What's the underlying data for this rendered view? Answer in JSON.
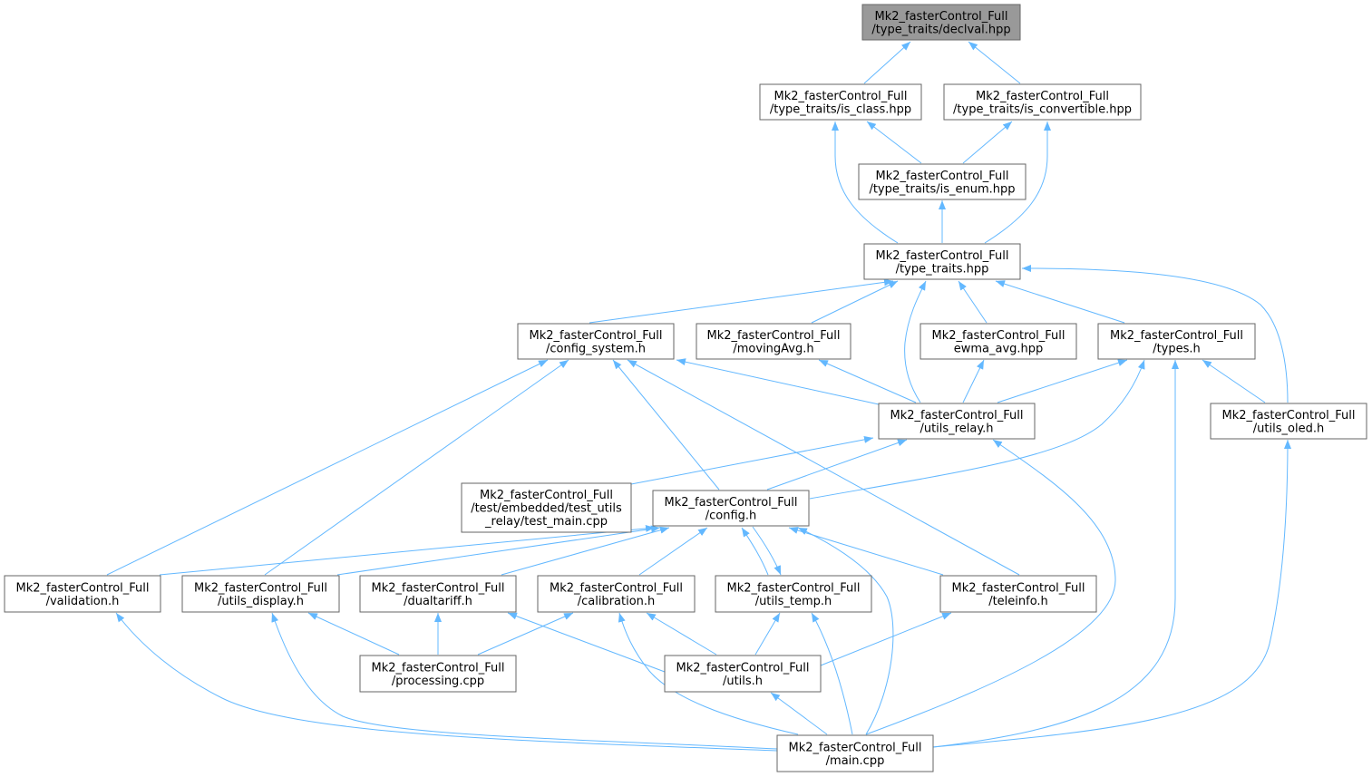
{
  "graph": {
    "nodes": [
      {
        "lines": [
          "Mk2_fasterControl_Full",
          "/type_traits/declval.hpp"
        ],
        "current": true
      },
      {
        "lines": [
          "Mk2_fasterControl_Full",
          "/type_traits/is_class.hpp"
        ]
      },
      {
        "lines": [
          "Mk2_fasterControl_Full",
          "/type_traits/is_convertible.hpp"
        ]
      },
      {
        "lines": [
          "Mk2_fasterControl_Full",
          "/type_traits/is_enum.hpp"
        ]
      },
      {
        "lines": [
          "Mk2_fasterControl_Full",
          "/type_traits.hpp"
        ]
      },
      {
        "lines": [
          "Mk2_fasterControl_Full",
          "/config_system.h"
        ]
      },
      {
        "lines": [
          "Mk2_fasterControl_Full",
          "/movingAvg.h"
        ]
      },
      {
        "lines": [
          "Mk2_fasterControl_Full",
          "ewma_avg.hpp"
        ]
      },
      {
        "lines": [
          "Mk2_fasterControl_Full",
          "/types.h"
        ]
      },
      {
        "lines": [
          "Mk2_fasterControl_Full",
          "/utils_relay.h"
        ]
      },
      {
        "lines": [
          "Mk2_fasterControl_Full",
          "/utils_oled.h"
        ]
      },
      {
        "lines": [
          "Mk2_fasterControl_Full",
          "/test/embedded/test_utils",
          "_relay/test_main.cpp"
        ]
      },
      {
        "lines": [
          "Mk2_fasterControl_Full",
          "/config.h"
        ]
      },
      {
        "lines": [
          "Mk2_fasterControl_Full",
          "/validation.h"
        ]
      },
      {
        "lines": [
          "Mk2_fasterControl_Full",
          "/utils_display.h"
        ]
      },
      {
        "lines": [
          "Mk2_fasterControl_Full",
          "/dualtariff.h"
        ]
      },
      {
        "lines": [
          "Mk2_fasterControl_Full",
          "/calibration.h"
        ]
      },
      {
        "lines": [
          "Mk2_fasterControl_Full",
          "/utils_temp.h"
        ]
      },
      {
        "lines": [
          "Mk2_fasterControl_Full",
          "/teleinfo.h"
        ]
      },
      {
        "lines": [
          "Mk2_fasterControl_Full",
          "/processing.cpp"
        ]
      },
      {
        "lines": [
          "Mk2_fasterControl_Full",
          "/utils.h"
        ]
      },
      {
        "lines": [
          "Mk2_fasterControl_Full",
          "/main.cpp"
        ]
      }
    ],
    "edges": [
      {
        "from": 1,
        "to": 0
      },
      {
        "from": 2,
        "to": 0
      },
      {
        "from": 3,
        "to": 1
      },
      {
        "from": 3,
        "to": 2
      },
      {
        "from": 4,
        "to": 1
      },
      {
        "from": 4,
        "to": 2
      },
      {
        "from": 4,
        "to": 3
      },
      {
        "from": 5,
        "to": 4
      },
      {
        "from": 6,
        "to": 4
      },
      {
        "from": 9,
        "to": 4
      },
      {
        "from": 7,
        "to": 4
      },
      {
        "from": 8,
        "to": 4
      },
      {
        "from": 10,
        "to": 4
      },
      {
        "from": 9,
        "to": 5
      },
      {
        "from": 9,
        "to": 6
      },
      {
        "from": 9,
        "to": 7
      },
      {
        "from": 9,
        "to": 8
      },
      {
        "from": 10,
        "to": 8
      },
      {
        "from": 21,
        "to": 8
      },
      {
        "from": 12,
        "to": 8
      },
      {
        "from": 13,
        "to": 5
      },
      {
        "from": 14,
        "to": 5
      },
      {
        "from": 12,
        "to": 5
      },
      {
        "from": 18,
        "to": 5
      },
      {
        "from": 11,
        "to": 9
      },
      {
        "from": 12,
        "to": 9
      },
      {
        "from": 21,
        "to": 9
      },
      {
        "from": 21,
        "to": 10
      },
      {
        "from": 13,
        "to": 12
      },
      {
        "from": 14,
        "to": 12
      },
      {
        "from": 15,
        "to": 12
      },
      {
        "from": 16,
        "to": 12
      },
      {
        "from": 17,
        "to": 12
      },
      {
        "from": 12,
        "to": 17
      },
      {
        "from": 18,
        "to": 12
      },
      {
        "from": 21,
        "to": 12
      },
      {
        "from": 21,
        "to": 13
      },
      {
        "from": 21,
        "to": 14
      },
      {
        "from": 19,
        "to": 14
      },
      {
        "from": 19,
        "to": 15
      },
      {
        "from": 19,
        "to": 16
      },
      {
        "from": 20,
        "to": 15
      },
      {
        "from": 20,
        "to": 16
      },
      {
        "from": 21,
        "to": 16
      },
      {
        "from": 20,
        "to": 17
      },
      {
        "from": 21,
        "to": 17
      },
      {
        "from": 20,
        "to": 18
      },
      {
        "from": 21,
        "to": 20
      }
    ]
  },
  "colors": {
    "edge": "#63b8ff",
    "node_border": "#666666",
    "node_fill": "#ffffff",
    "current_fill": "#999999",
    "text": "#000000"
  }
}
